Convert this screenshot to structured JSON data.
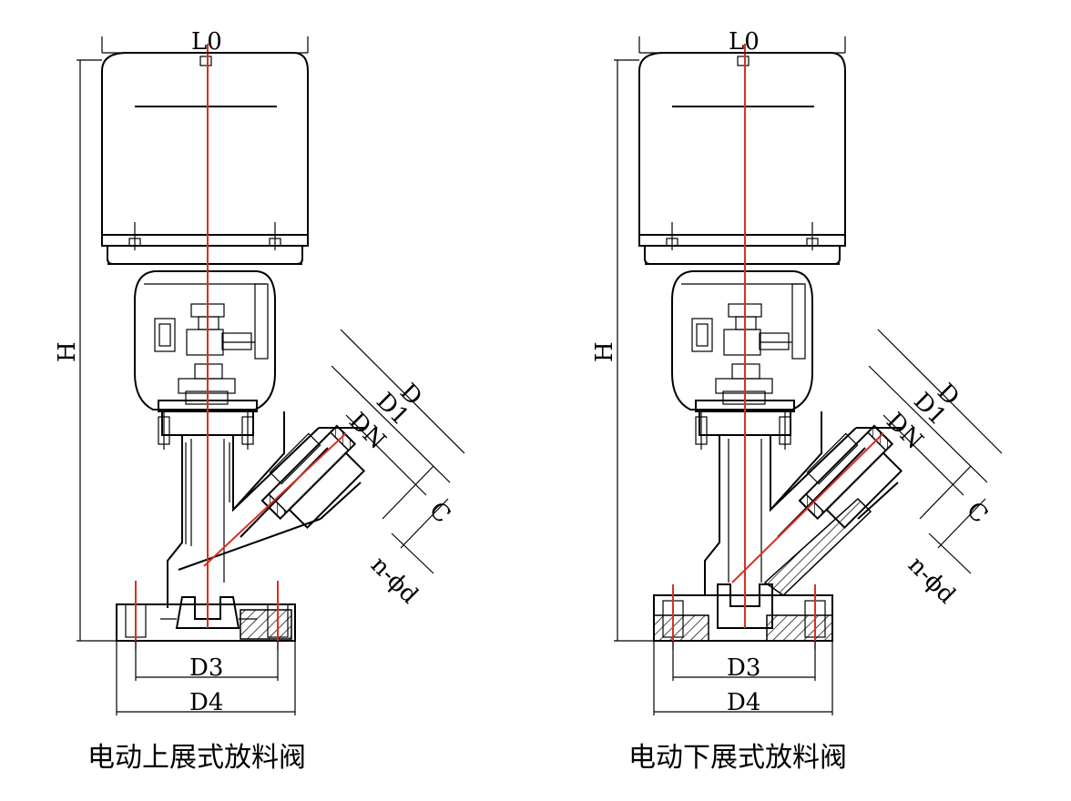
{
  "figures": [
    {
      "caption": "电动上展式放料阀",
      "labels": {
        "L0": "L0",
        "H": "H",
        "D": "D",
        "D1": "D1",
        "DN": "DN",
        "C": "C",
        "nd": "n-ϕd",
        "D3": "D3",
        "D4": "D4"
      }
    },
    {
      "caption": "电动下展式放料阀",
      "labels": {
        "L0": "L0",
        "H": "H",
        "D": "D",
        "D1": "D1",
        "DN": "DN",
        "C": "C",
        "nd": "n-ϕd",
        "D3": "D3",
        "D4": "D4"
      }
    }
  ],
  "colors": {
    "line": "#000000",
    "centerline": "#d9301f",
    "background": "#ffffff"
  }
}
